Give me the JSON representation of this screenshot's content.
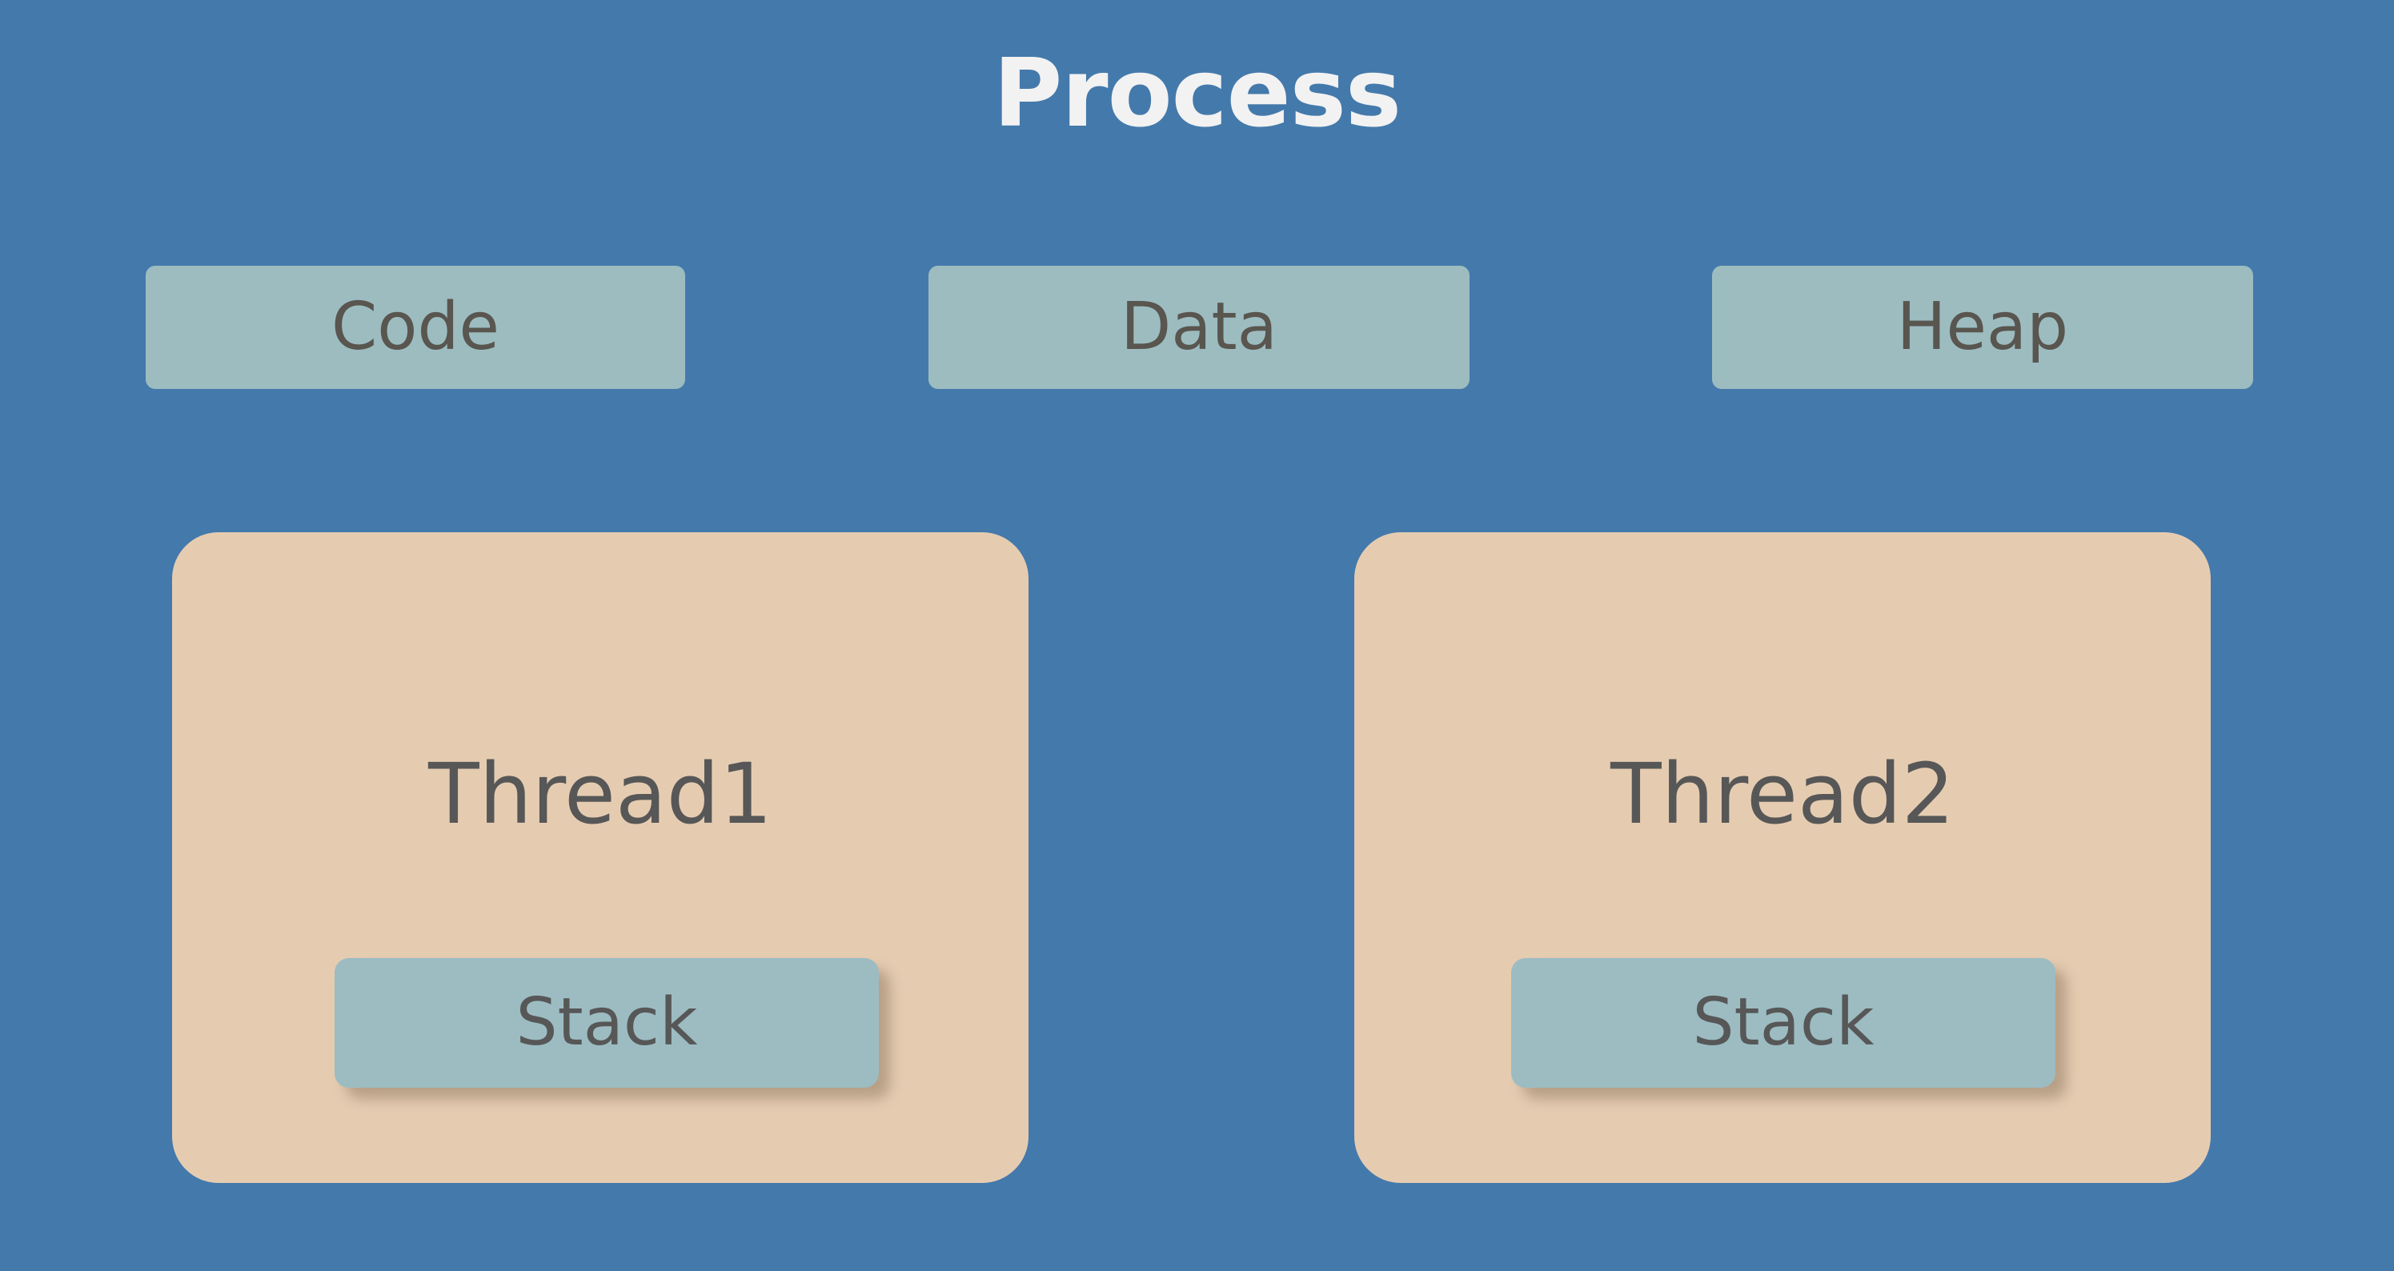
{
  "diagram": {
    "title": "Process",
    "background_color": "#4479ab",
    "title_color": "#f2f2f2",
    "segment_box_color": "#9cbcc0",
    "thread_card_color": "#e5ccb1",
    "stack_box_color": "#9cbcc2",
    "label_color": "#575757",
    "segments": [
      {
        "label": "Code"
      },
      {
        "label": "Data"
      },
      {
        "label": "Heap"
      }
    ],
    "threads": [
      {
        "label": "Thread1",
        "stack_label": "Stack"
      },
      {
        "label": "Thread2",
        "stack_label": "Stack"
      }
    ]
  }
}
